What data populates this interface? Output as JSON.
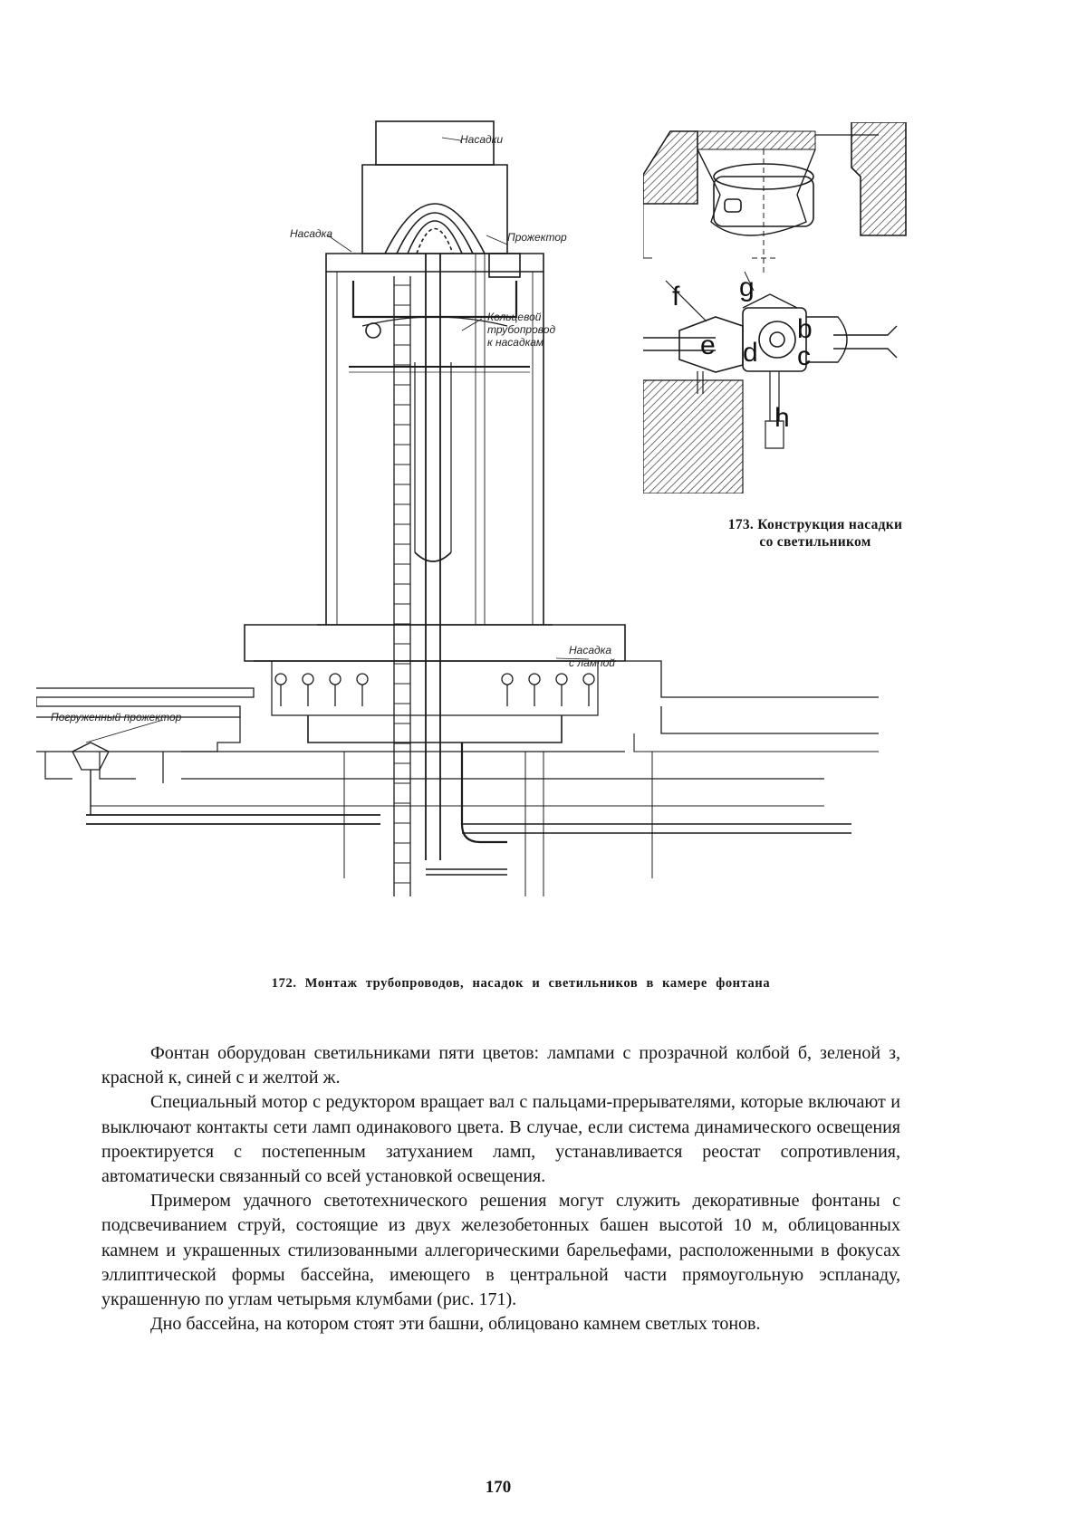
{
  "figure_172": {
    "labels": {
      "nozzles_top": "Насадки",
      "nozzle_left": "Насадка",
      "projector": "Прожектор",
      "ring_pipe": [
        "Кольцевой",
        "трубопровод",
        "к насадкам"
      ],
      "nozzle_lamp": [
        "Насадка",
        "с лампой"
      ],
      "submerged_projector": "Погруженный прожектор"
    },
    "caption": "172. Монтаж трубопроводов, насадок и светильников в камере фонтана"
  },
  "figure_173": {
    "letters": [
      "f",
      "g",
      "e",
      "d",
      "b",
      "c",
      "h"
    ],
    "caption_line1": "173. Конструкция насадки",
    "caption_line2": "со светильником"
  },
  "body": {
    "p1": "Фонтан оборудован светильниками пяти цветов: лампами с прозрачной колбой б, зеленой з, красной к, синей с и желтой ж.",
    "p2": "Специальный мотор с редуктором вращает вал с пальцами-прерывателями, которые включают и выключают контакты сети ламп одинакового цвета. В случае, если система динамического освещения проектируется с постепенным затуханием ламп, устанавливается реостат сопротивления, автоматически связанный со всей установкой освещения.",
    "p3": "Примером удачного светотехнического решения могут служить декоративные фонтаны с подсвечиванием струй, состоящие из двух железобетонных башен высотой 10 м, облицованных камнем и украшенных стилизованными аллегорическими барельефами, расположенными в фокусах эллиптической формы бассейна, имеющего в центральной части прямоугольную эспланаду, украшенную по углам четырьмя клумбами (рис. 171).",
    "p4": "Дно бассейна, на котором стоят эти башни, облицовано камнем светлых тонов."
  },
  "page_number": "170"
}
